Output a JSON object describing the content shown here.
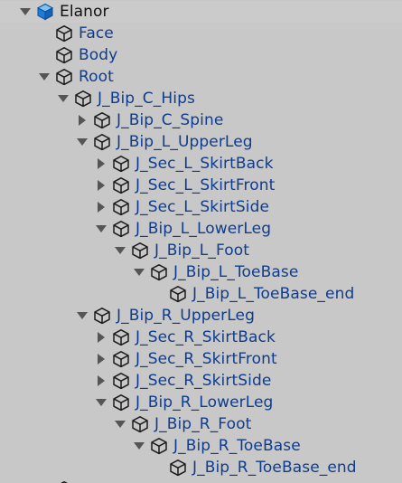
{
  "window": {
    "title": "Hierarchy"
  },
  "colors": {
    "background": "#c8c8c8",
    "prefab_text": "#0e3c8f",
    "root_text": "#101010",
    "root_icon": "#1f7bd8",
    "icon_stroke": "#1a1a1a",
    "arrow": "#555555"
  },
  "nodes": [
    {
      "label": "Elanor",
      "depth": 0,
      "arrow": "expanded",
      "icon": "prefab-root-cube-icon",
      "root": true
    },
    {
      "label": "Face",
      "depth": 1,
      "arrow": "none",
      "icon": "gameobject-cube-icon"
    },
    {
      "label": "Body",
      "depth": 1,
      "arrow": "none",
      "icon": "gameobject-cube-icon"
    },
    {
      "label": "Root",
      "depth": 1,
      "arrow": "expanded",
      "icon": "gameobject-cube-icon"
    },
    {
      "label": "J_Bip_C_Hips",
      "depth": 2,
      "arrow": "expanded",
      "icon": "gameobject-cube-icon"
    },
    {
      "label": "J_Bip_C_Spine",
      "depth": 3,
      "arrow": "collapsed",
      "icon": "gameobject-cube-icon"
    },
    {
      "label": "J_Bip_L_UpperLeg",
      "depth": 3,
      "arrow": "expanded",
      "icon": "gameobject-cube-icon"
    },
    {
      "label": "J_Sec_L_SkirtBack",
      "depth": 4,
      "arrow": "collapsed",
      "icon": "gameobject-cube-icon"
    },
    {
      "label": "J_Sec_L_SkirtFront",
      "depth": 4,
      "arrow": "collapsed",
      "icon": "gameobject-cube-icon"
    },
    {
      "label": "J_Sec_L_SkirtSide",
      "depth": 4,
      "arrow": "collapsed",
      "icon": "gameobject-cube-icon"
    },
    {
      "label": "J_Bip_L_LowerLeg",
      "depth": 4,
      "arrow": "expanded",
      "icon": "gameobject-cube-icon"
    },
    {
      "label": "J_Bip_L_Foot",
      "depth": 5,
      "arrow": "expanded",
      "icon": "gameobject-cube-icon"
    },
    {
      "label": "J_Bip_L_ToeBase",
      "depth": 6,
      "arrow": "expanded",
      "icon": "gameobject-cube-icon"
    },
    {
      "label": "J_Bip_L_ToeBase_end",
      "depth": 7,
      "arrow": "none",
      "icon": "gameobject-cube-icon"
    },
    {
      "label": "J_Bip_R_UpperLeg",
      "depth": 3,
      "arrow": "expanded",
      "icon": "gameobject-cube-icon"
    },
    {
      "label": "J_Sec_R_SkirtBack",
      "depth": 4,
      "arrow": "collapsed",
      "icon": "gameobject-cube-icon"
    },
    {
      "label": "J_Sec_R_SkirtFront",
      "depth": 4,
      "arrow": "collapsed",
      "icon": "gameobject-cube-icon"
    },
    {
      "label": "J_Sec_R_SkirtSide",
      "depth": 4,
      "arrow": "collapsed",
      "icon": "gameobject-cube-icon"
    },
    {
      "label": "J_Bip_R_LowerLeg",
      "depth": 4,
      "arrow": "expanded",
      "icon": "gameobject-cube-icon"
    },
    {
      "label": "J_Bip_R_Foot",
      "depth": 5,
      "arrow": "expanded",
      "icon": "gameobject-cube-icon"
    },
    {
      "label": "J_Bip_R_ToeBase",
      "depth": 6,
      "arrow": "expanded",
      "icon": "gameobject-cube-icon"
    },
    {
      "label": "J_Bip_R_ToeBase_end",
      "depth": 7,
      "arrow": "none",
      "icon": "gameobject-cube-icon"
    },
    {
      "label": "",
      "depth": 1,
      "arrow": "collapsed",
      "icon": "gameobject-cube-icon"
    }
  ]
}
